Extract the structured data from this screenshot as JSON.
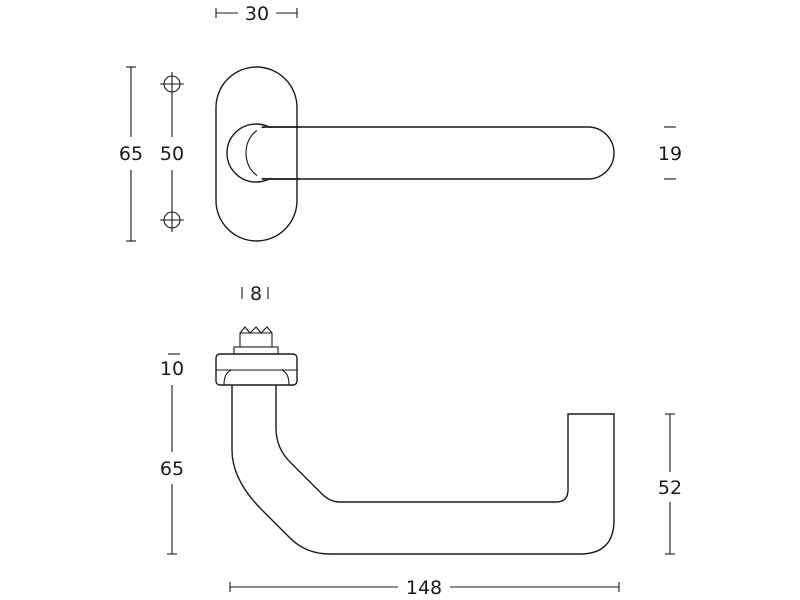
{
  "dimensions": {
    "rose_width": "30",
    "rose_height": "65",
    "screw_spacing": "50",
    "handle_diameter": "19",
    "spindle_size": "8",
    "rose_thickness": "10",
    "handle_projection": "65",
    "handle_drop": "52",
    "handle_length": "148"
  }
}
